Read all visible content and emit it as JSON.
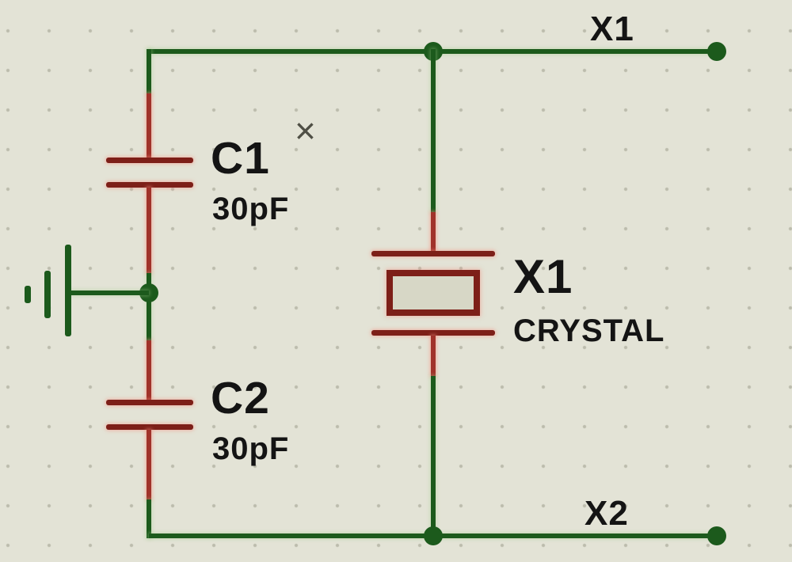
{
  "schematic": {
    "description": "Crystal oscillator circuit with two load capacitors, ground and nets X1/X2",
    "net_labels": {
      "top": "X1",
      "bottom": "X2"
    },
    "components": {
      "c1": {
        "ref": "C1",
        "value": "30pF",
        "type": "capacitor"
      },
      "c2": {
        "ref": "C2",
        "value": "30pF",
        "type": "capacitor"
      },
      "xtal": {
        "ref": "X1",
        "value": "CRYSTAL",
        "type": "crystal"
      }
    },
    "icons": {
      "origin_marker": "×"
    },
    "colors": {
      "bg": "#e3e3d6",
      "wire": "#1c5a1c",
      "pin": "#a0322a",
      "plate": "#7d1f18",
      "crystal_fill": "#d7d7c6",
      "label": "#141414",
      "marker": "#4f4f45"
    }
  }
}
